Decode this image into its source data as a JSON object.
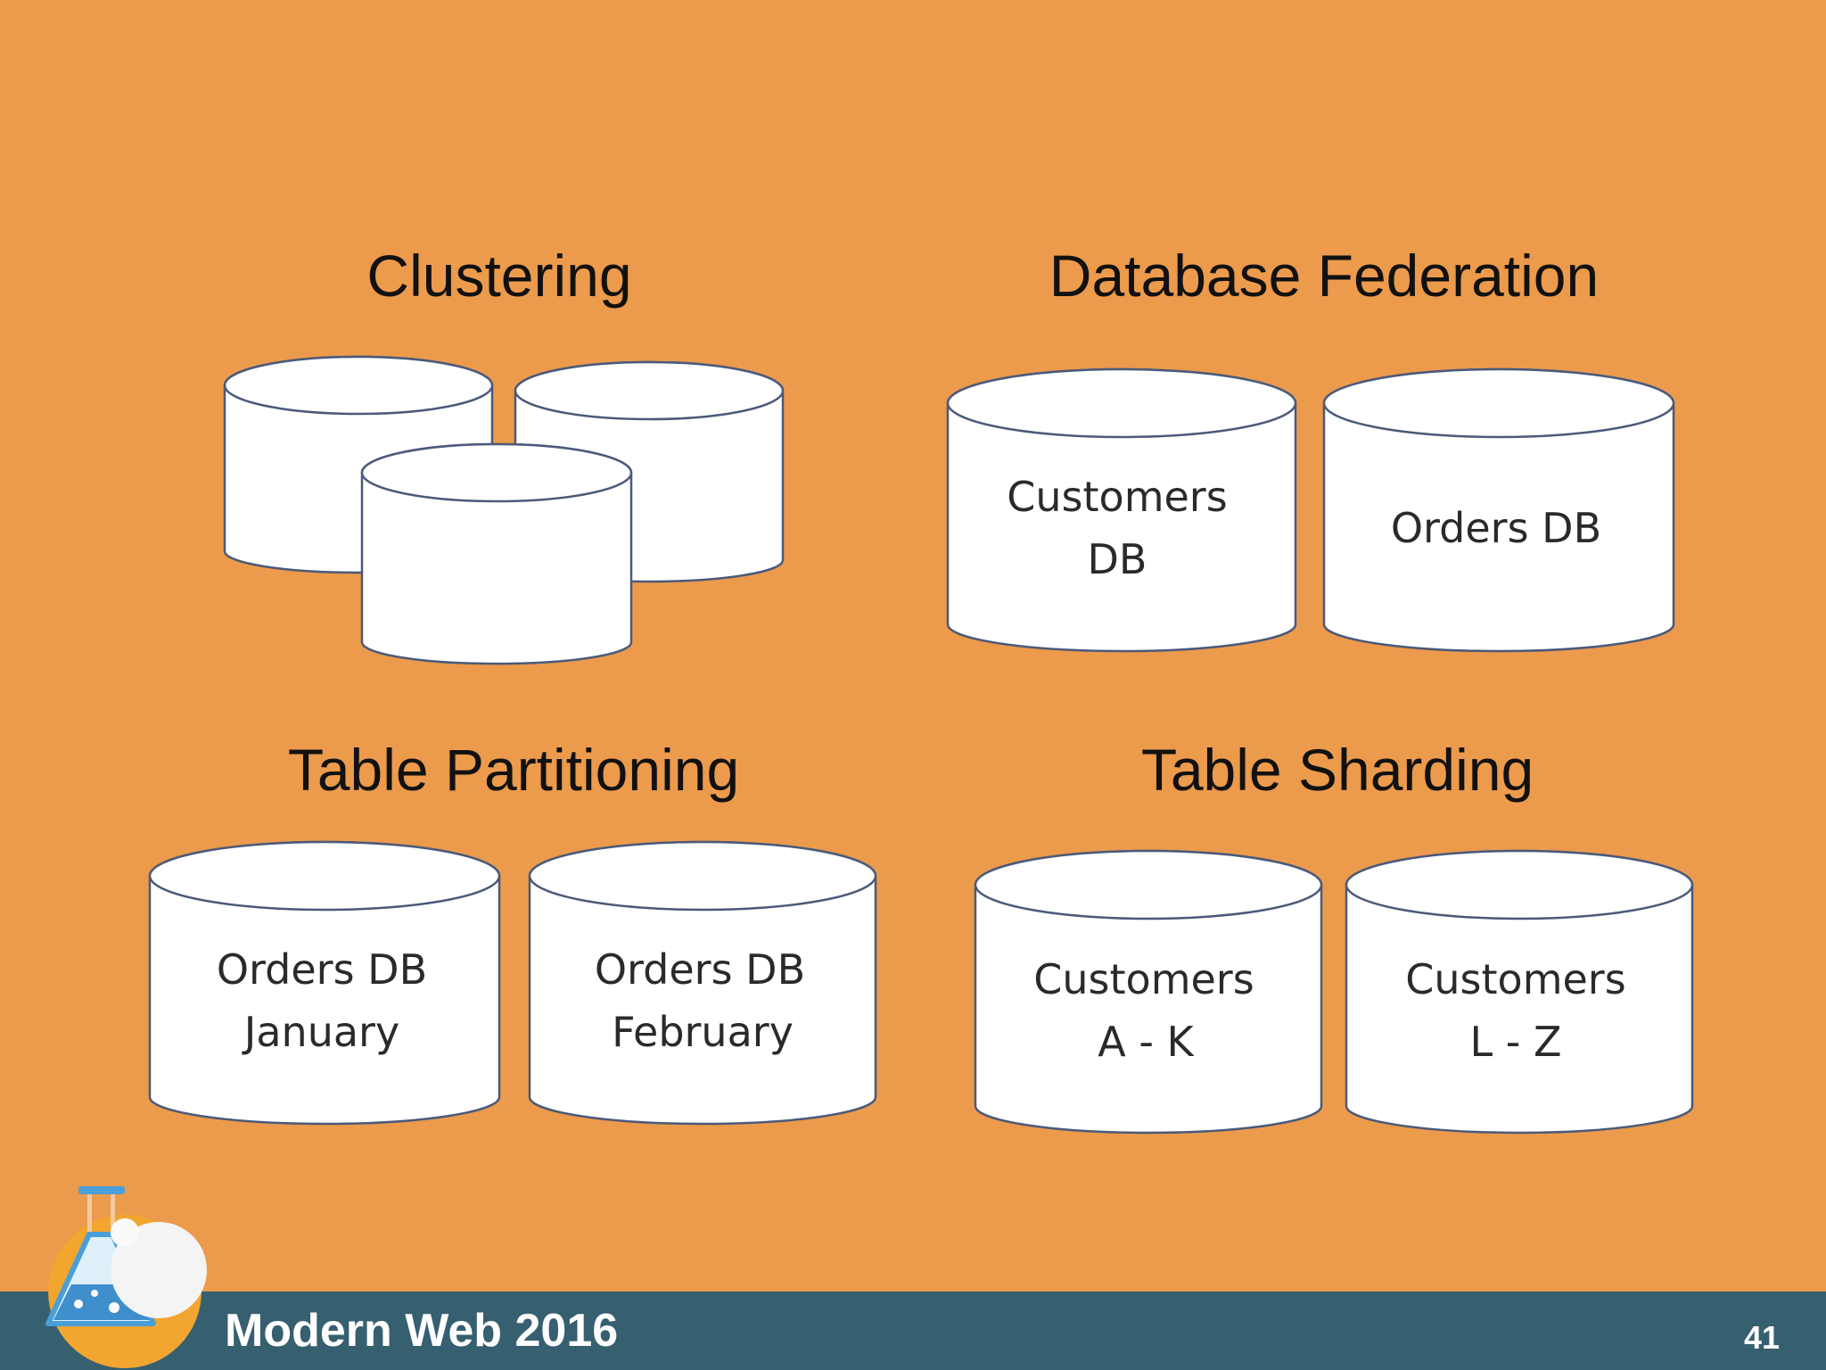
{
  "slide": {
    "sections": [
      {
        "id": "clustering",
        "title": "Clustering"
      },
      {
        "id": "federation",
        "title": "Database Federation"
      },
      {
        "id": "partitioning",
        "title": "Table Partitioning"
      },
      {
        "id": "sharding",
        "title": "Table Sharding"
      }
    ],
    "databases": {
      "federation": [
        {
          "lines": [
            "Customers",
            "DB"
          ]
        },
        {
          "lines": [
            "Orders DB"
          ]
        }
      ],
      "partitioning": [
        {
          "lines": [
            "Orders DB",
            "January"
          ]
        },
        {
          "lines": [
            "Orders DB",
            "February"
          ]
        }
      ],
      "sharding": [
        {
          "lines": [
            "Customers",
            "A - K"
          ]
        },
        {
          "lines": [
            "Customers",
            "L - Z"
          ]
        }
      ]
    },
    "footer": {
      "event": "Modern Web 2016",
      "page_number": "41"
    }
  },
  "colors": {
    "background": "#EC9A4C",
    "footer_bar": "#365F70",
    "cylinder_fill": "#FFFFFF",
    "cylinder_stroke": "#4A5A7A"
  },
  "icons": [
    "flask-logo-icon"
  ]
}
